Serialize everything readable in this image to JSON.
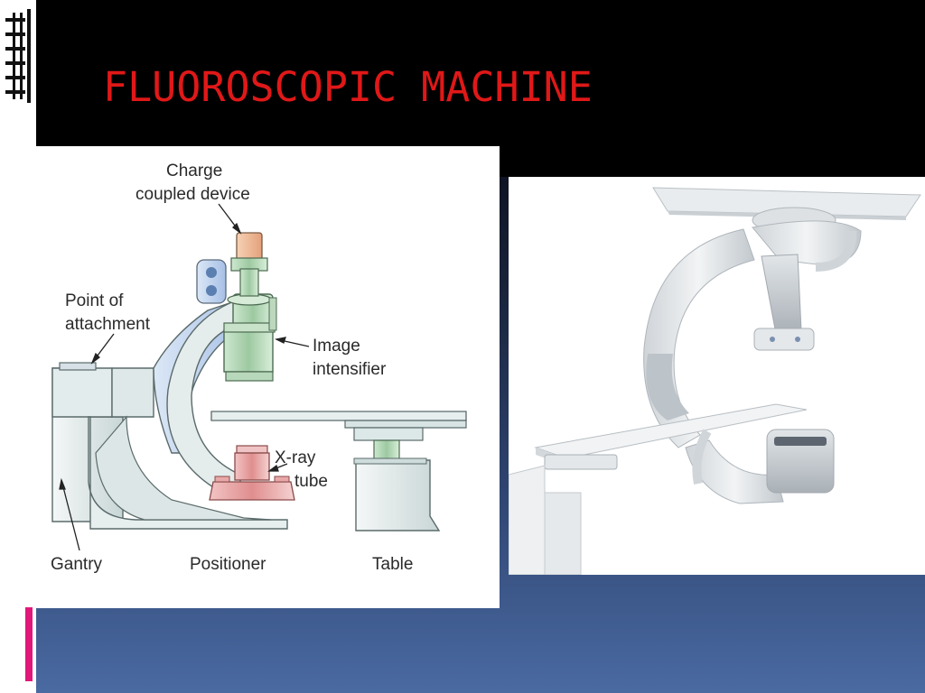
{
  "slide": {
    "title": "FLUOROSCOPIC MACHINE",
    "colors": {
      "title_text": "#e01818",
      "header_background": "#000000",
      "accent_bar": "#e0187a",
      "lower_gradient_bottom": "#4a6aa2"
    }
  },
  "diagram": {
    "labels": {
      "ccd_line1": "Charge",
      "ccd_line2": "coupled device",
      "attach_line1": "Point of",
      "attach_line2": "attachment",
      "intensifier_line1": "Image",
      "intensifier_line2": "intensifier",
      "tube_line1": "X-ray",
      "tube_line2": "tube",
      "gantry": "Gantry",
      "positioner": "Positioner",
      "table": "Table"
    }
  },
  "photo": {
    "subject": "c-arm-fluoroscopy-system-photo"
  },
  "icons": [
    "stripes-logo-icon"
  ]
}
